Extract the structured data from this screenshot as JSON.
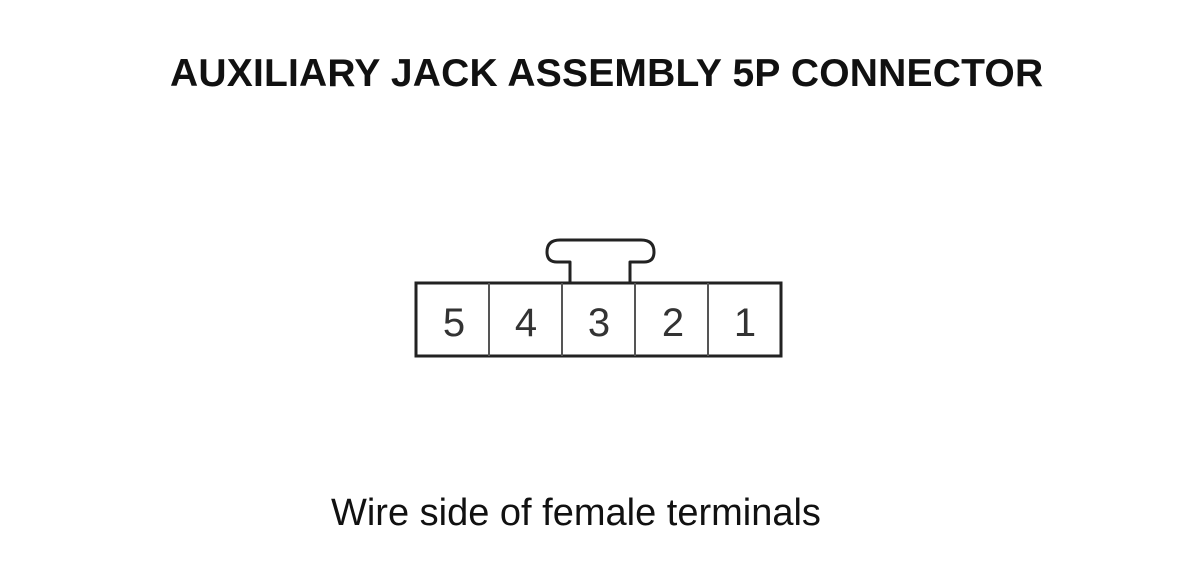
{
  "title": "AUXILIARY JACK ASSEMBLY 5P CONNECTOR",
  "connector": {
    "pins": [
      "5",
      "4",
      "3",
      "2",
      "1"
    ]
  },
  "caption": "Wire side of female terminals",
  "colors": {
    "text": "#111111",
    "outline": "#222222",
    "background": "#ffffff"
  }
}
